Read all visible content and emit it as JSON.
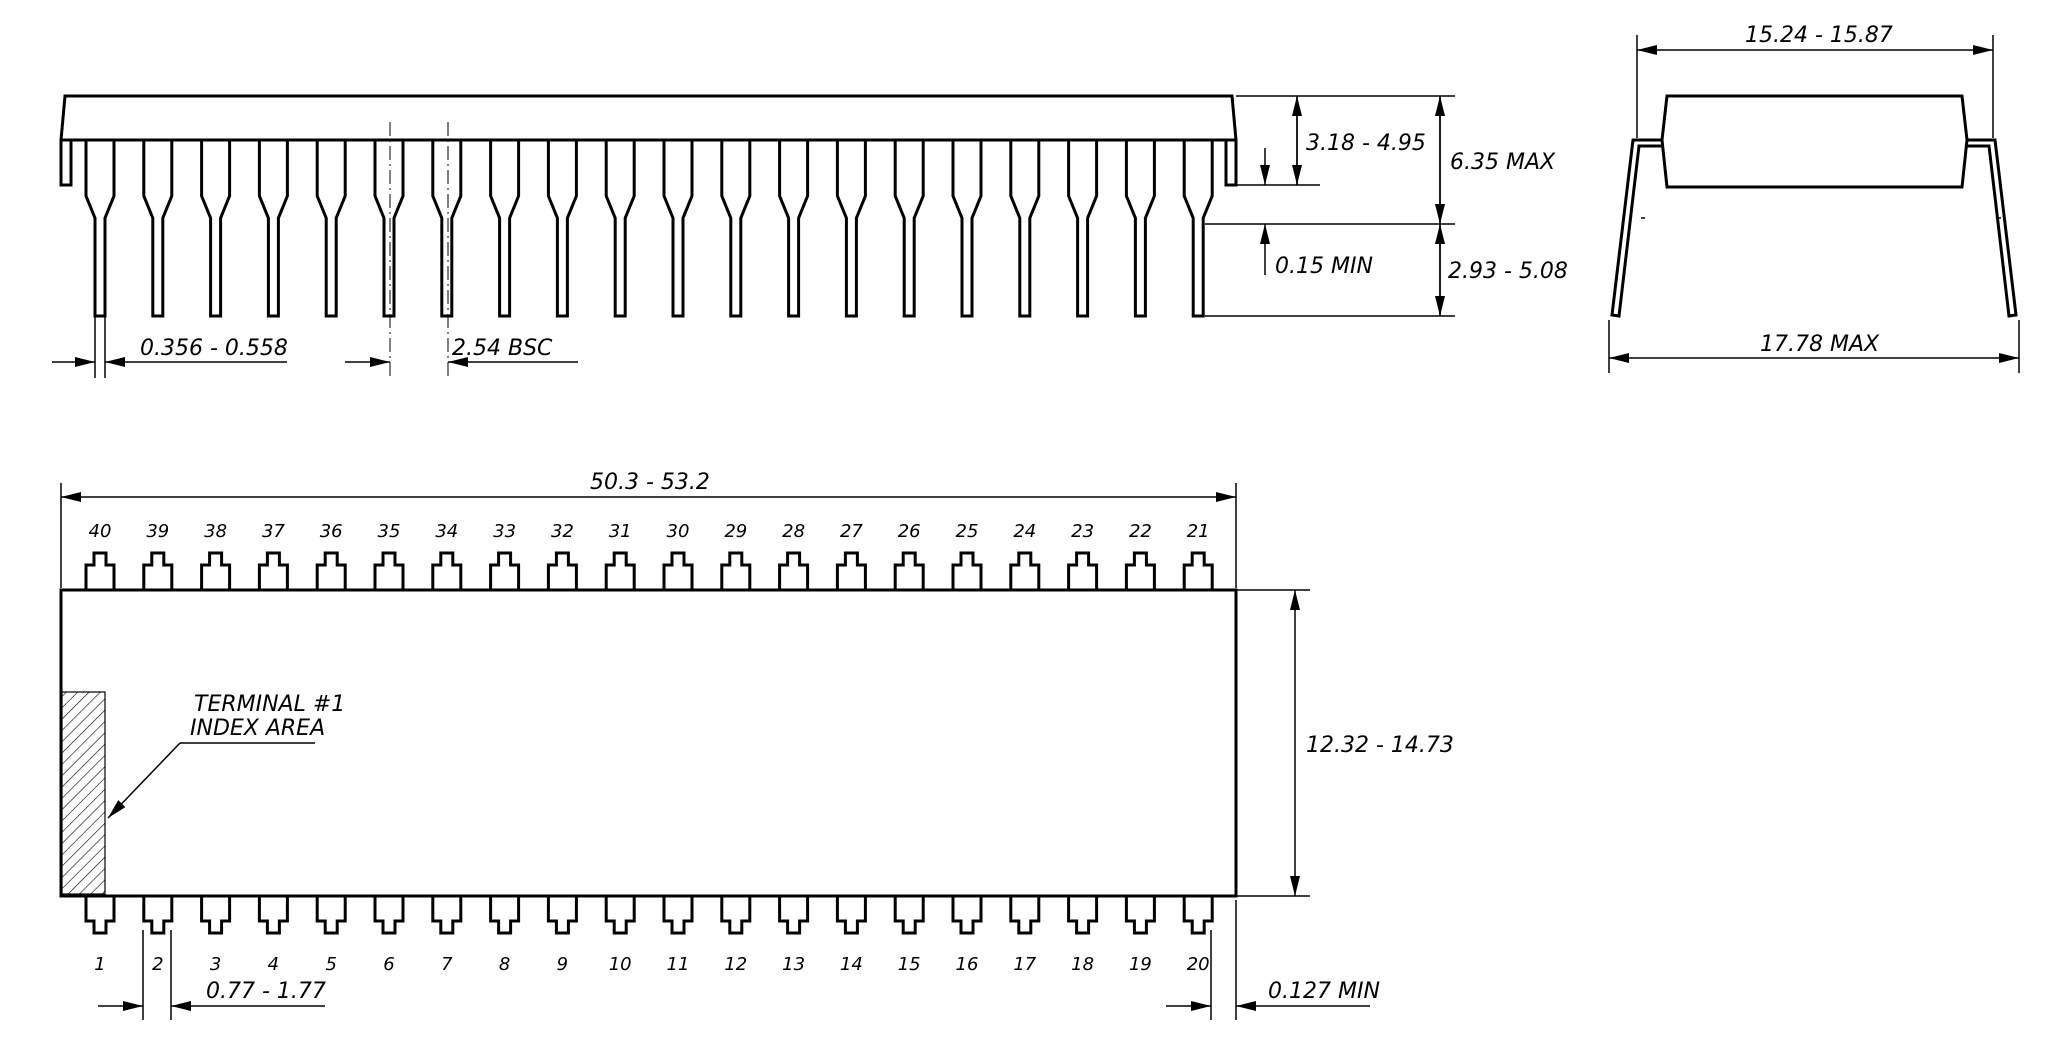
{
  "dimensions": {
    "lead_width": "0.356 - 0.558",
    "pitch": "2.54 BSC",
    "body_height": "3.18 - 4.95",
    "seating_min": "0.15 MIN",
    "total_height": "6.35 MAX",
    "lead_length": "2.93 - 5.08",
    "body_width_side": "15.24 - 15.87",
    "lead_span": "17.78 MAX",
    "body_length": "50.3 - 53.2",
    "body_width_top": "12.32 - 14.73",
    "end_lead": "0.77 - 1.77",
    "end_gap": "0.127 MIN"
  },
  "index_area": {
    "line1": "TERMINAL #1",
    "line2": "INDEX AREA"
  },
  "pins_top": [
    "40",
    "39",
    "38",
    "37",
    "36",
    "35",
    "34",
    "33",
    "32",
    "31",
    "30",
    "29",
    "28",
    "27",
    "26",
    "25",
    "24",
    "23",
    "22",
    "21"
  ],
  "pins_bottom": [
    "1",
    "2",
    "3",
    "4",
    "5",
    "6",
    "7",
    "8",
    "9",
    "10",
    "11",
    "12",
    "13",
    "14",
    "15",
    "16",
    "17",
    "18",
    "19",
    "20"
  ]
}
